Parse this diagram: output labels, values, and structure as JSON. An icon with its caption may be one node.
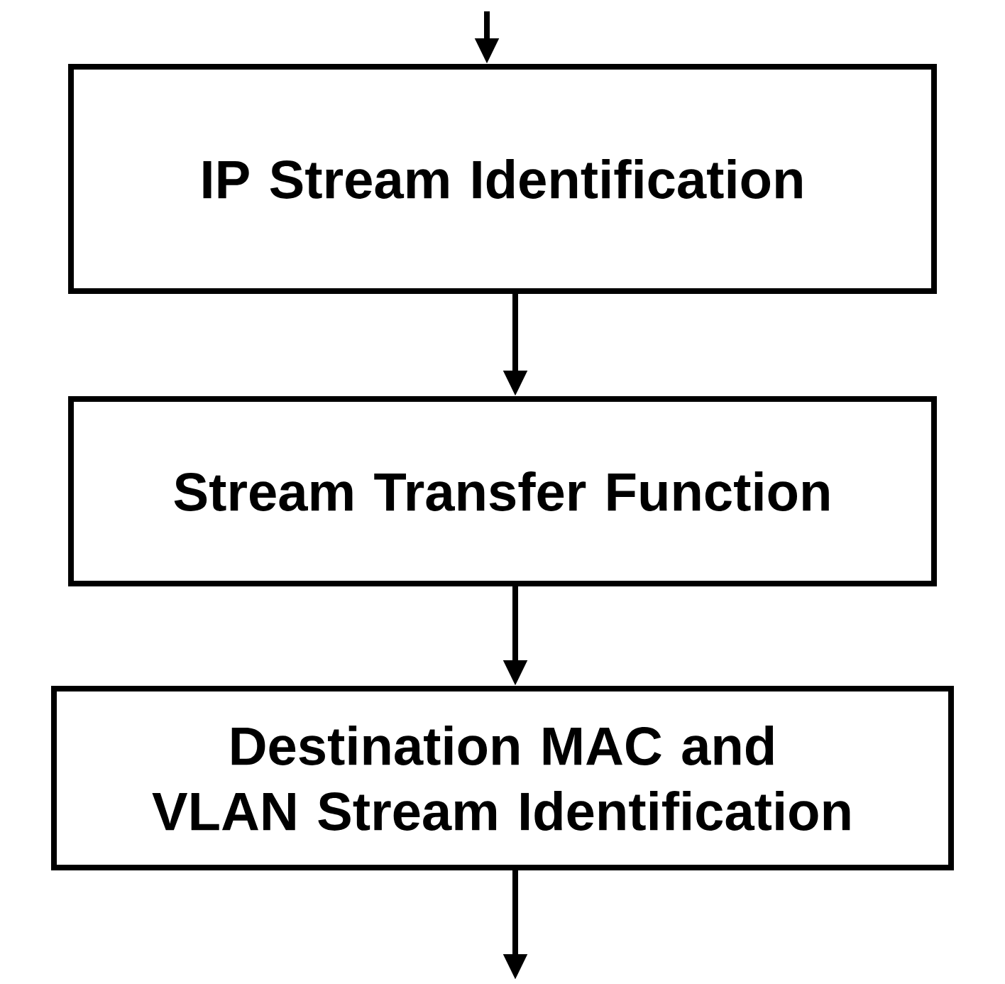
{
  "diagram": {
    "nodes": [
      {
        "text": [
          "IP Stream Identification"
        ]
      },
      {
        "text": [
          "Stream Transfer Function"
        ]
      },
      {
        "text": [
          "Destination MAC and VLAN Stream Identification"
        ]
      }
    ],
    "edges": [
      {
        "from": null,
        "to": 0,
        "arrow": "to"
      },
      {
        "from": 0,
        "to": 1,
        "arrow": "to"
      },
      {
        "from": 1,
        "to": 2,
        "arrow": "to"
      },
      {
        "from": 2,
        "to": null,
        "arrow": "to"
      }
    ]
  }
}
